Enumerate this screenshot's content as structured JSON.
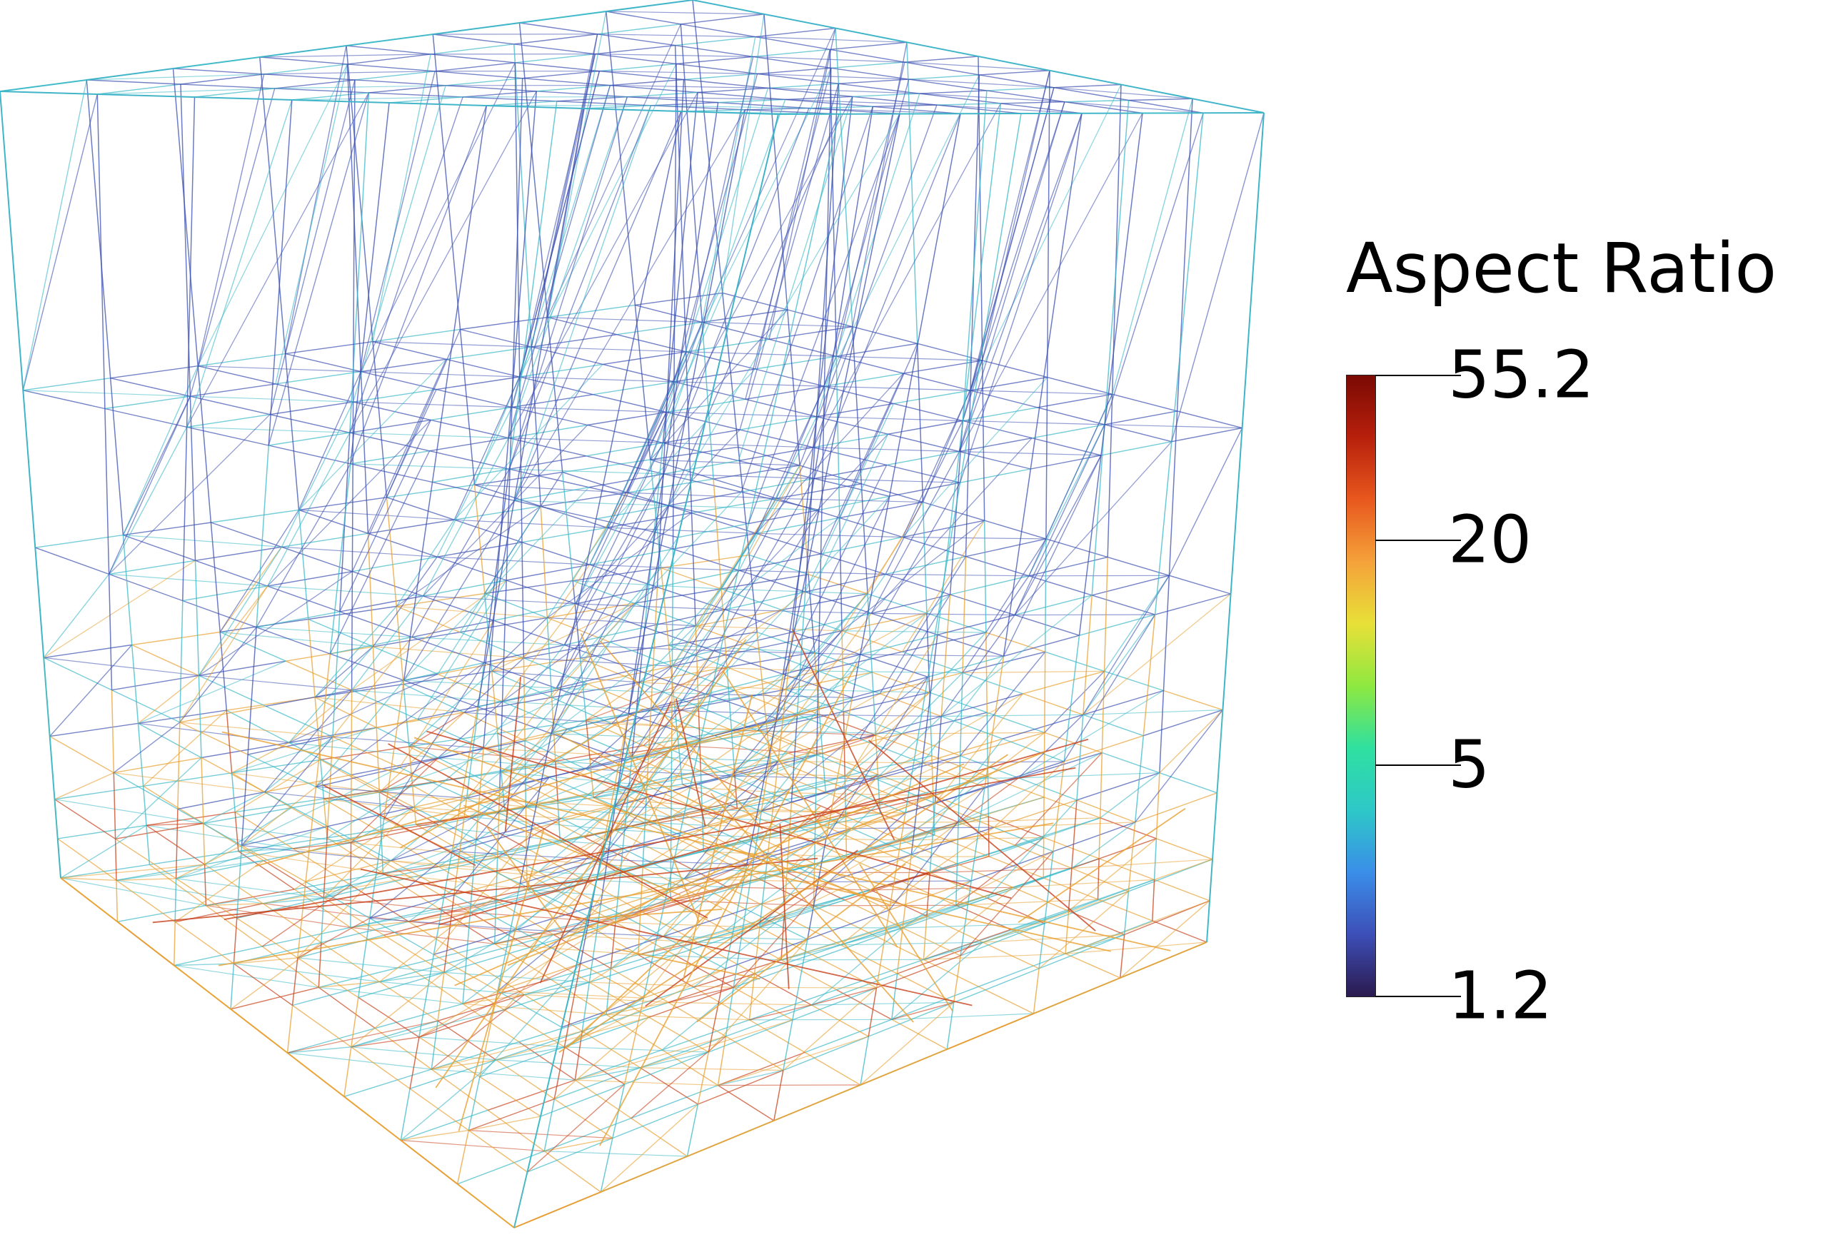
{
  "legend": {
    "title": "Aspect Ratio",
    "ticks": [
      {
        "label": "55.2",
        "value": 55.2
      },
      {
        "label": "20",
        "value": 20
      },
      {
        "label": "5",
        "value": 5
      },
      {
        "label": "1.2",
        "value": 1.2
      }
    ],
    "range": [
      1.2,
      55.2
    ],
    "colormap": [
      "#2b1a4e",
      "#3d4fb8",
      "#3a8ee8",
      "#2ec8c8",
      "#2fe0a0",
      "#8ee840",
      "#e8e038",
      "#f5a23a",
      "#e8581e",
      "#b8200c",
      "#7a0a04"
    ]
  },
  "mesh": {
    "subject": "tetrahedral-mesh-wireframe",
    "colors": {
      "low": "#3a4fb0",
      "mid": "#3ab8c8",
      "high": "#e8a030",
      "very_high": "#c8401a"
    }
  }
}
